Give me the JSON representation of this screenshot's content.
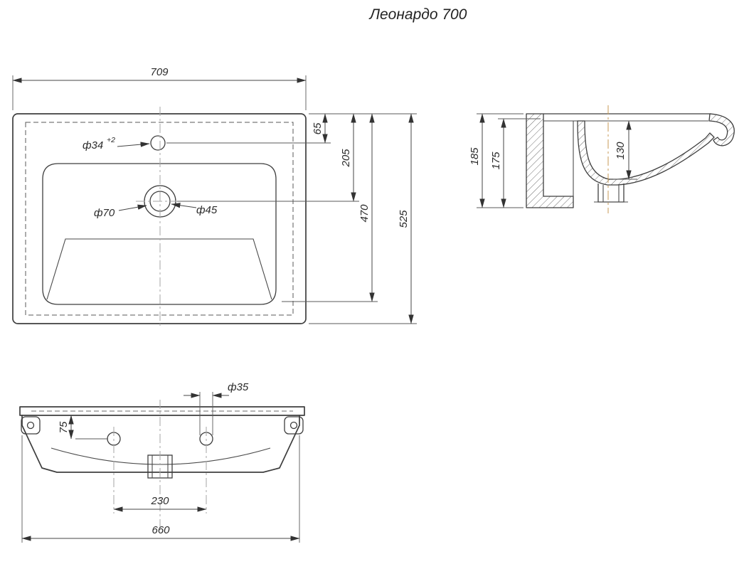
{
  "title": "Леонардо 700",
  "colors": {
    "line": "#3e3e3e",
    "centerline": "#a6a6a6",
    "centerline_accent": "#c79a55"
  },
  "top_view": {
    "dim_width": "709",
    "dim_total_h": "525",
    "dim_470": "470",
    "dim_205": "205",
    "dim_65": "65",
    "faucet_dia": "ф34",
    "faucet_tol": "+2",
    "drain_outer_dia": "ф70",
    "drain_inner_dia": "ф45"
  },
  "side_view": {
    "dim_185": "185",
    "dim_175": "175",
    "dim_130": "130"
  },
  "front_view": {
    "hole_dia": "ф35",
    "dim_75": "75",
    "dim_230": "230",
    "dim_660": "660"
  }
}
